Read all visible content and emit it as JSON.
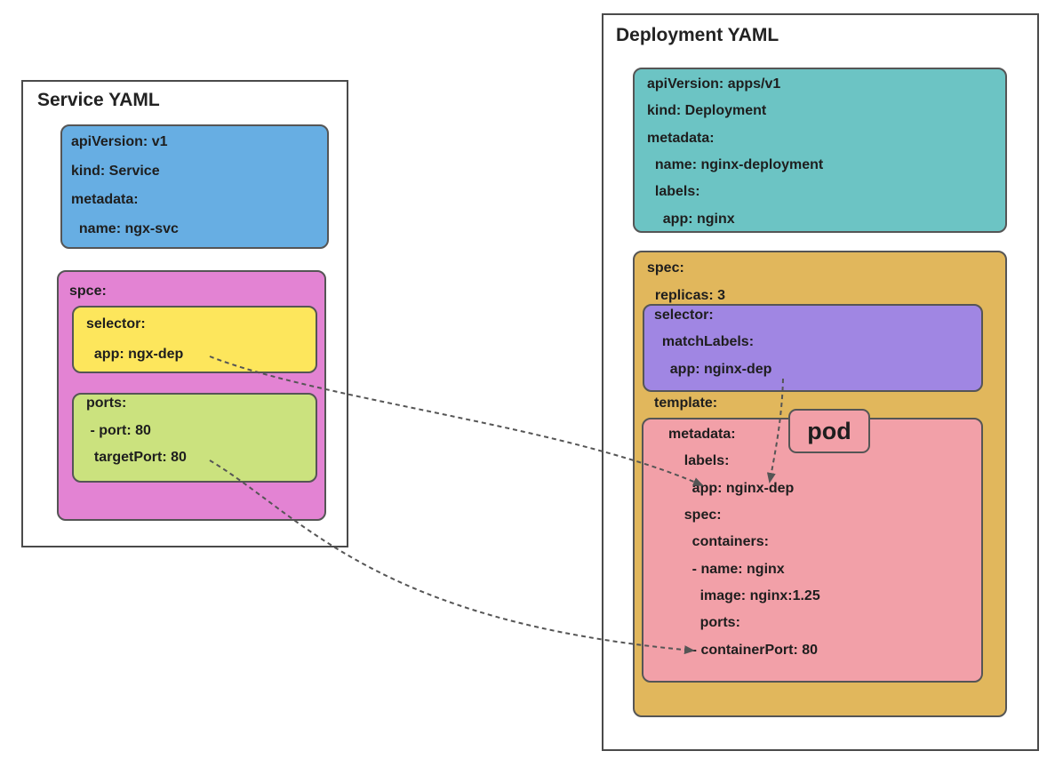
{
  "service": {
    "title": "Service YAML",
    "metadata_block": {
      "lines": [
        "apiVersion: v1",
        "kind: Service",
        "metadata:",
        "  name: ngx-svc"
      ]
    },
    "spec_block": {
      "label": "spce:",
      "selector": {
        "lines": [
          "selector:",
          "  app: ngx-dep"
        ]
      },
      "ports": {
        "lines": [
          "ports:",
          " - port: 80",
          "  targetPort: 80"
        ]
      }
    }
  },
  "deployment": {
    "title": "Deployment YAML",
    "metadata_block": {
      "lines": [
        "apiVersion: apps/v1",
        "kind: Deployment",
        "metadata:",
        "  name: nginx-deployment",
        "  labels:",
        "    app: nginx"
      ]
    },
    "spec_block": {
      "lines": [
        "spec:",
        "  replicas: 3"
      ],
      "selector": {
        "lines": [
          "selector:",
          "  matchLabels:",
          "    app: nginx-dep"
        ]
      },
      "template_label": "template:",
      "pod": {
        "tag": "pod",
        "lines": [
          "metadata:",
          "    labels:",
          "      app: nginx-dep",
          "    spec:",
          "      containers:",
          "      - name: nginx",
          "        image: nginx:1.25",
          "        ports:",
          "      - containerPort: 80"
        ]
      }
    }
  },
  "colors": {
    "service_metadata": "#67aee3",
    "service_spec": "#e383d3",
    "service_selector": "#fde65c",
    "service_ports": "#cbe27e",
    "deployment_metadata": "#6cc4c4",
    "deployment_spec": "#e1b75c",
    "deployment_selector": "#a086e3",
    "deployment_pod": "#f2a0a8",
    "arrow": "#555555"
  }
}
